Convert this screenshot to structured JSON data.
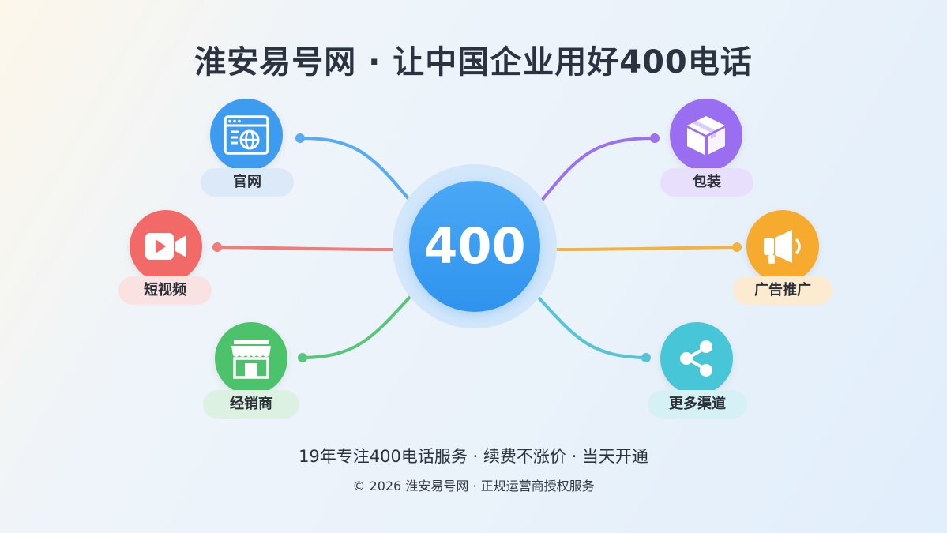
{
  "title": "淮安易号网 · 让中国企业用好400电话",
  "hub": {
    "label": "400",
    "color": "#3aa0f2"
  },
  "nodes": [
    {
      "id": "website",
      "label": "官网",
      "icon": "browser-globe-icon",
      "color": "#3d9cf0"
    },
    {
      "id": "short-video",
      "label": "短视频",
      "icon": "video-camera-icon",
      "color": "#f26a68"
    },
    {
      "id": "dealer",
      "label": "经销商",
      "icon": "storefront-icon",
      "color": "#4cc26b"
    },
    {
      "id": "packaging",
      "label": "包装",
      "icon": "package-box-icon",
      "color": "#9a6ef0"
    },
    {
      "id": "advertising",
      "label": "广告推广",
      "icon": "megaphone-icon",
      "color": "#f6ab2e"
    },
    {
      "id": "more-channels",
      "label": "更多渠道",
      "icon": "share-icon",
      "color": "#46c6d6"
    }
  ],
  "tagline": "19年专注400电话服务 · 续费不涨价 · 当天开通",
  "footer": "© 2026 淮安易号网 · 正规运营商授权服务"
}
